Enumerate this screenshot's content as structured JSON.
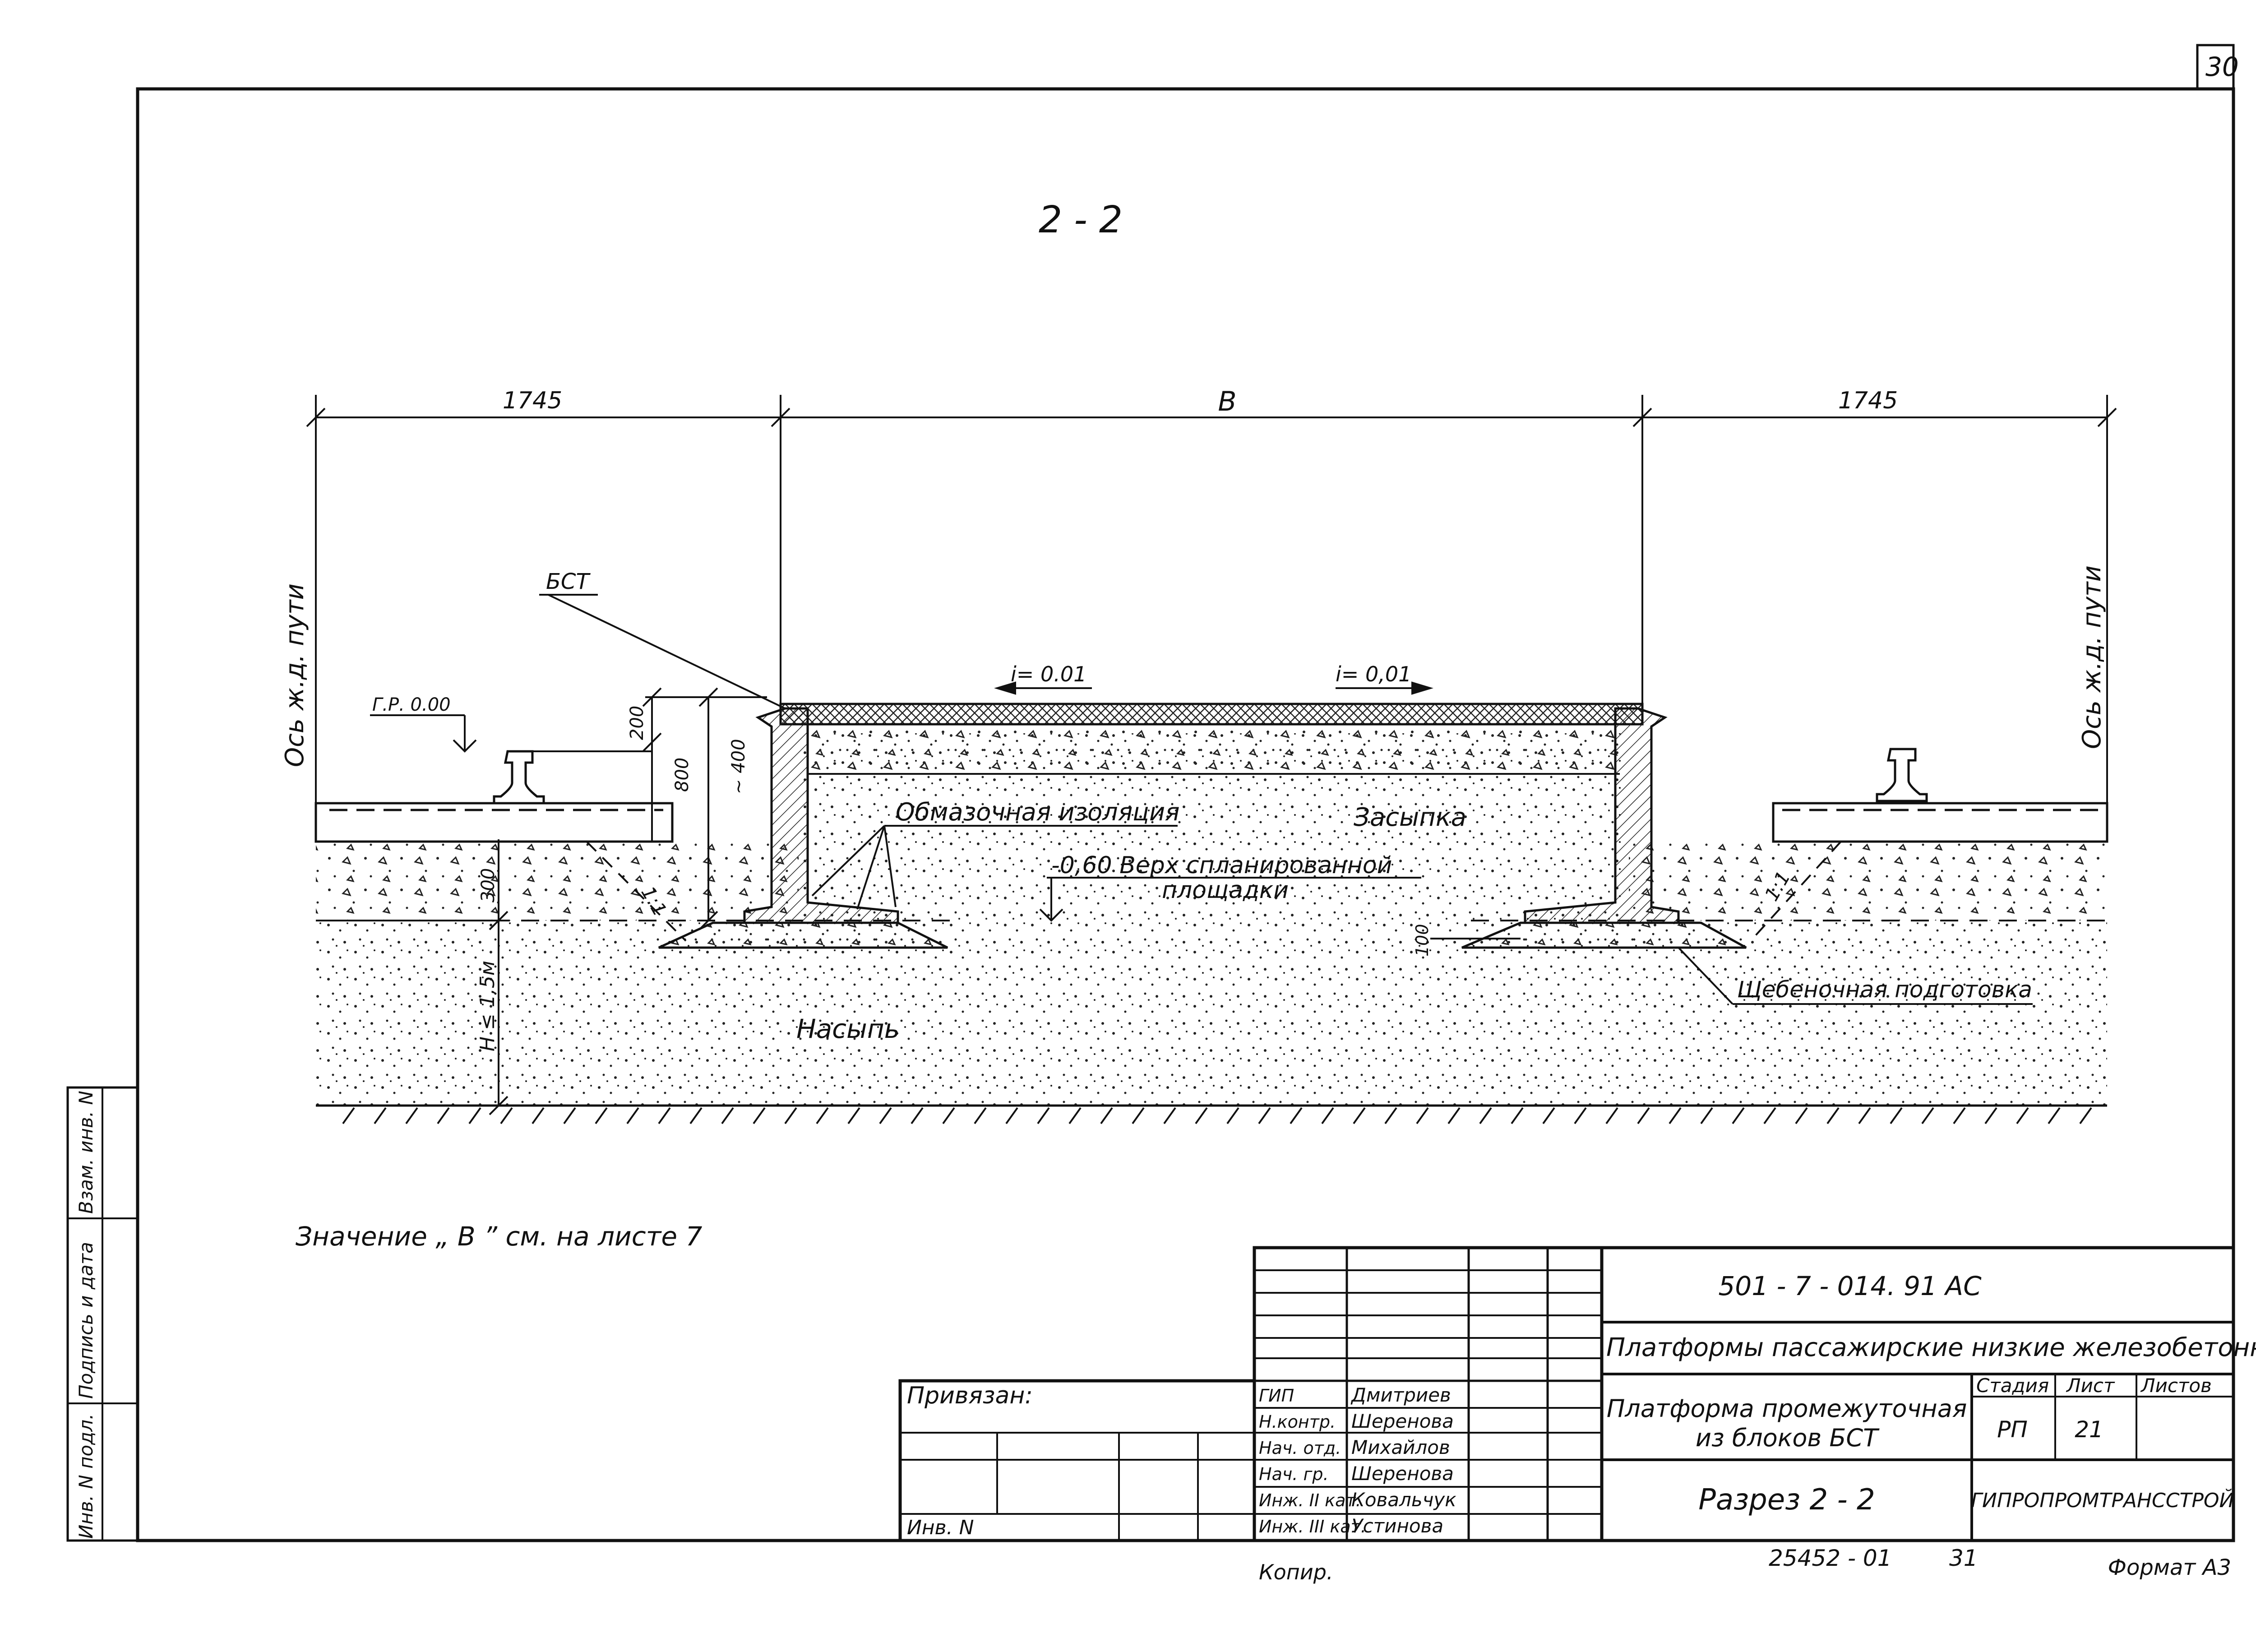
{
  "sheet_number": "30",
  "section_title": "2 - 2",
  "dimensions": {
    "left_offset": "1745",
    "width_label": "B",
    "right_offset": "1745",
    "rail_height": "200",
    "depth_800": "800",
    "depth_400": "~ 400",
    "depth_300": "300",
    "embankment_height": "H ≤ 1,5м",
    "gravel_100": "100",
    "slope_left": "1:1",
    "slope_right": "1:1"
  },
  "labels": {
    "axis_left": "Ось ж.д. пути",
    "axis_right": "Ось ж.д. пути",
    "bst": "БСТ",
    "rail_level": "Г.Р. 0.00",
    "slope_left": "i= 0.01",
    "slope_right": "i= 0,01",
    "insulation": "Обмазочная изоляция",
    "backfill": "Засыпка",
    "level_top": "-0,60 Верх спланированной",
    "level_top_2": "площадки",
    "gravel_prep": "Щебеночная подготовка",
    "embankment": "Насыпь"
  },
  "note": "Значение „ B ” см. на листе 7",
  "side_stamp": {
    "inv_podl": "Инв. N подл.",
    "podpis_data": "Подпись и дата",
    "vzam_inv": "Взам. инв. N"
  },
  "title_block": {
    "code": "501 - 7 - 014. 91 АС",
    "project": "Платформы пассажирские низкие железобетонные",
    "object_line1": "Платформа промежуточная",
    "object_line2": "из блоков БСТ",
    "sheet_title": "Разрез 2 - 2",
    "stage_header": "Стадия",
    "sheet_header": "Лист",
    "sheets_header": "Листов",
    "stage": "РП",
    "sheet": "21",
    "sheets": "",
    "organization": "ГИПРОПРОМТРАНССТРОЙ",
    "privyazan": "Привязан:",
    "inv_n": "Инв. N",
    "roles": [
      {
        "role": "ГИП",
        "name": "Дмитриев"
      },
      {
        "role": "Н.контр.",
        "name": "Шеренова"
      },
      {
        "role": "Нач. отд.",
        "name": "Михайлов"
      },
      {
        "role": "Нач. гр.",
        "name": "Шеренова"
      },
      {
        "role": "Инж. II кат.",
        "name": "Ковальчук"
      },
      {
        "role": "Инж. III кат.",
        "name": "Устинова"
      }
    ]
  },
  "footer": {
    "copy": "Копир.",
    "archive": "25452 - 01",
    "archive_sheet": "31",
    "format": "Формат А3"
  }
}
